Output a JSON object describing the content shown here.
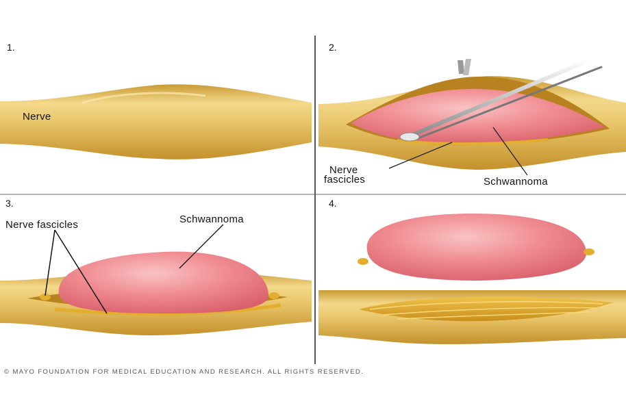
{
  "panels": [
    {
      "number": "1.",
      "labels": [
        "Nerve"
      ]
    },
    {
      "number": "2.",
      "labels": [
        "Nerve",
        "fascicles",
        "Schwannoma"
      ]
    },
    {
      "number": "3.",
      "labels": [
        "Nerve fascicles",
        "Schwannoma"
      ]
    },
    {
      "number": "4.",
      "labels": []
    }
  ],
  "copyright": "© MAYO FOUNDATION FOR MEDICAL EDUCATION AND RESEARCH. ALL RIGHTS RESERVED.",
  "colors": {
    "nerve": "#e8c56a",
    "nerve_dark": "#c99a35",
    "tumor": "#ee7f86",
    "tumor_light": "#f7b7b9",
    "fascicle": "#e3ad2d",
    "divider": "#555555"
  }
}
